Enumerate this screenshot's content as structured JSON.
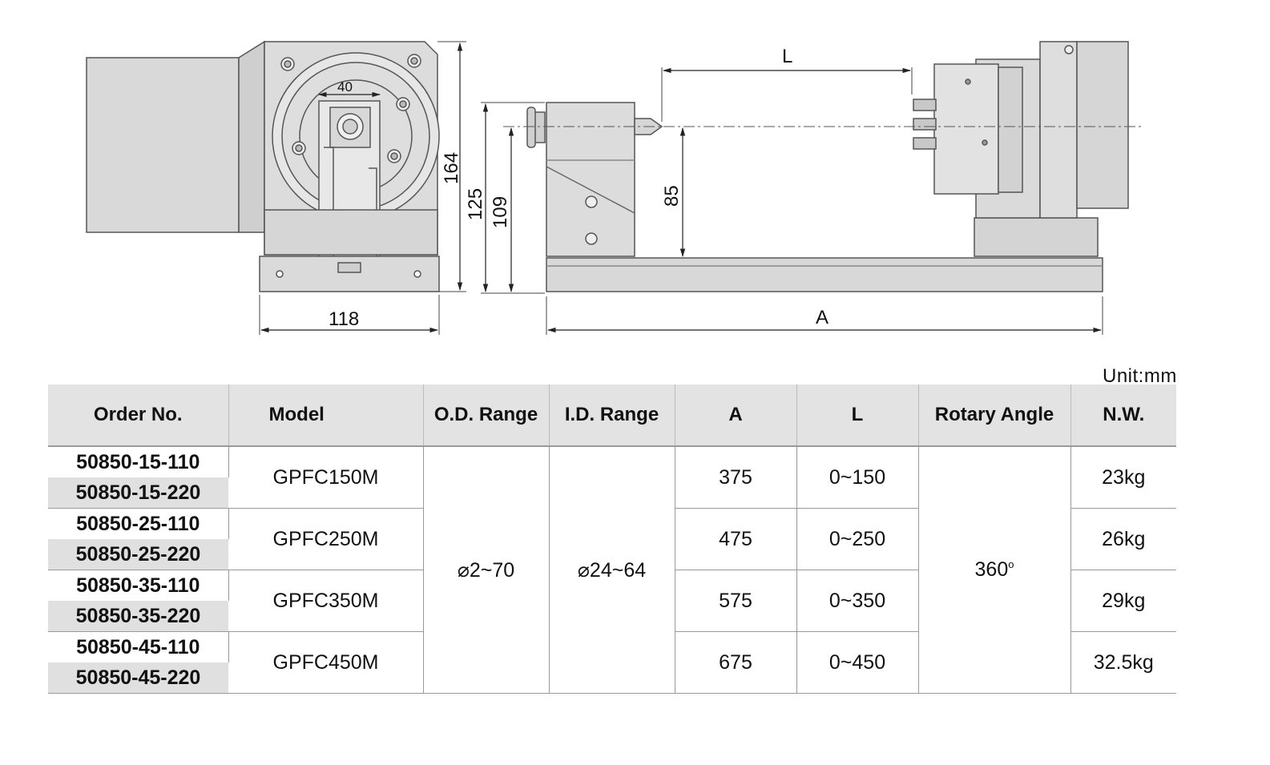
{
  "drawing": {
    "dim_40": "40",
    "dim_164": "164",
    "dim_125": "125",
    "dim_109": "109",
    "dim_85": "85",
    "dim_118": "118",
    "dim_L": "L",
    "dim_A": "A"
  },
  "unit_label": "Unit:mm",
  "table": {
    "headers": {
      "order_no": "Order No.",
      "model": "Model",
      "od_range": "O.D. Range",
      "id_range": "I.D. Range",
      "a": "A",
      "l": "L",
      "rotary_angle": "Rotary Angle",
      "nw": "N.W."
    },
    "od_range_value": "⌀2~70",
    "id_range_value": "⌀24~64",
    "rotary_angle_value": "360",
    "rotary_angle_unit": "o",
    "groups": [
      {
        "orders": [
          "50850-15-110",
          "50850-15-220"
        ],
        "model": "GPFC150M",
        "a": "375",
        "l": "0~150",
        "nw": "23kg"
      },
      {
        "orders": [
          "50850-25-110",
          "50850-25-220"
        ],
        "model": "GPFC250M",
        "a": "475",
        "l": "0~250",
        "nw": "26kg"
      },
      {
        "orders": [
          "50850-35-110",
          "50850-35-220"
        ],
        "model": "GPFC350M",
        "a": "575",
        "l": "0~350",
        "nw": "29kg"
      },
      {
        "orders": [
          "50850-45-110",
          "50850-45-220"
        ],
        "model": "GPFC450M",
        "a": "675",
        "l": "0~450",
        "nw": "32.5kg"
      }
    ]
  }
}
